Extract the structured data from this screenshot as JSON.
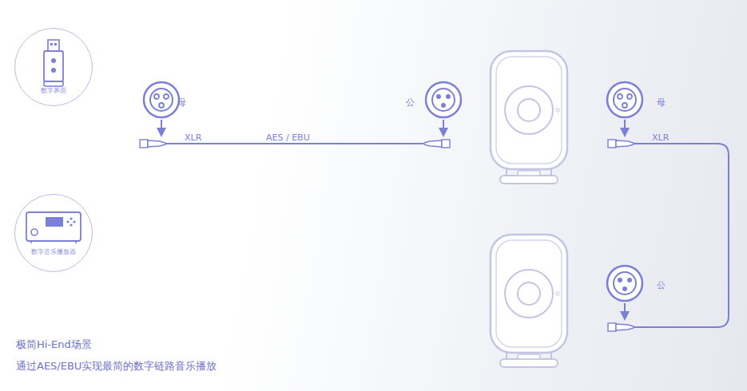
{
  "diagram": {
    "title": "极简Hi-End场景",
    "caption": "通过AES/EBU实现最简的数字链路音乐播放",
    "nodes": [
      {
        "text": [
          "数字界面"
        ]
      },
      {
        "text": [
          "数字音乐播放器"
        ]
      }
    ],
    "labels": [
      "母",
      "XLR",
      "AES / EBU",
      "公",
      "母",
      "XLR",
      "公"
    ]
  }
}
